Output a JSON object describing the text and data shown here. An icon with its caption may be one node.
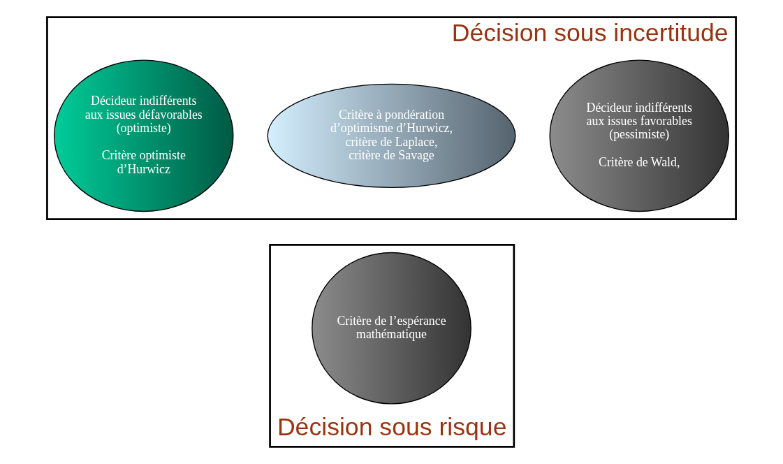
{
  "diagram": {
    "nodes": [
      {
        "text": [
          "Décision sous incertitude"
        ]
      },
      {
        "text": [
          "Décideur indifférents aux issues favorables (pessimiste)",
          "Critère de Wald,"
        ],
        "in": 0
      },
      {
        "text": [
          "Critère à pondération d’optimisme d’Hurwicz, critère de Laplace, critère de Savage"
        ],
        "in": 0
      },
      {
        "text": [
          "Décideur indifférents aux issues défavorables (optimiste)",
          "Critère optimiste d’Hurwicz"
        ],
        "in": 0
      },
      {
        "text": [
          "Décision sous risque"
        ]
      },
      {
        "text": [
          "Critère de l’espérance mathématique"
        ],
        "in": 4
      }
    ],
    "edges": []
  }
}
